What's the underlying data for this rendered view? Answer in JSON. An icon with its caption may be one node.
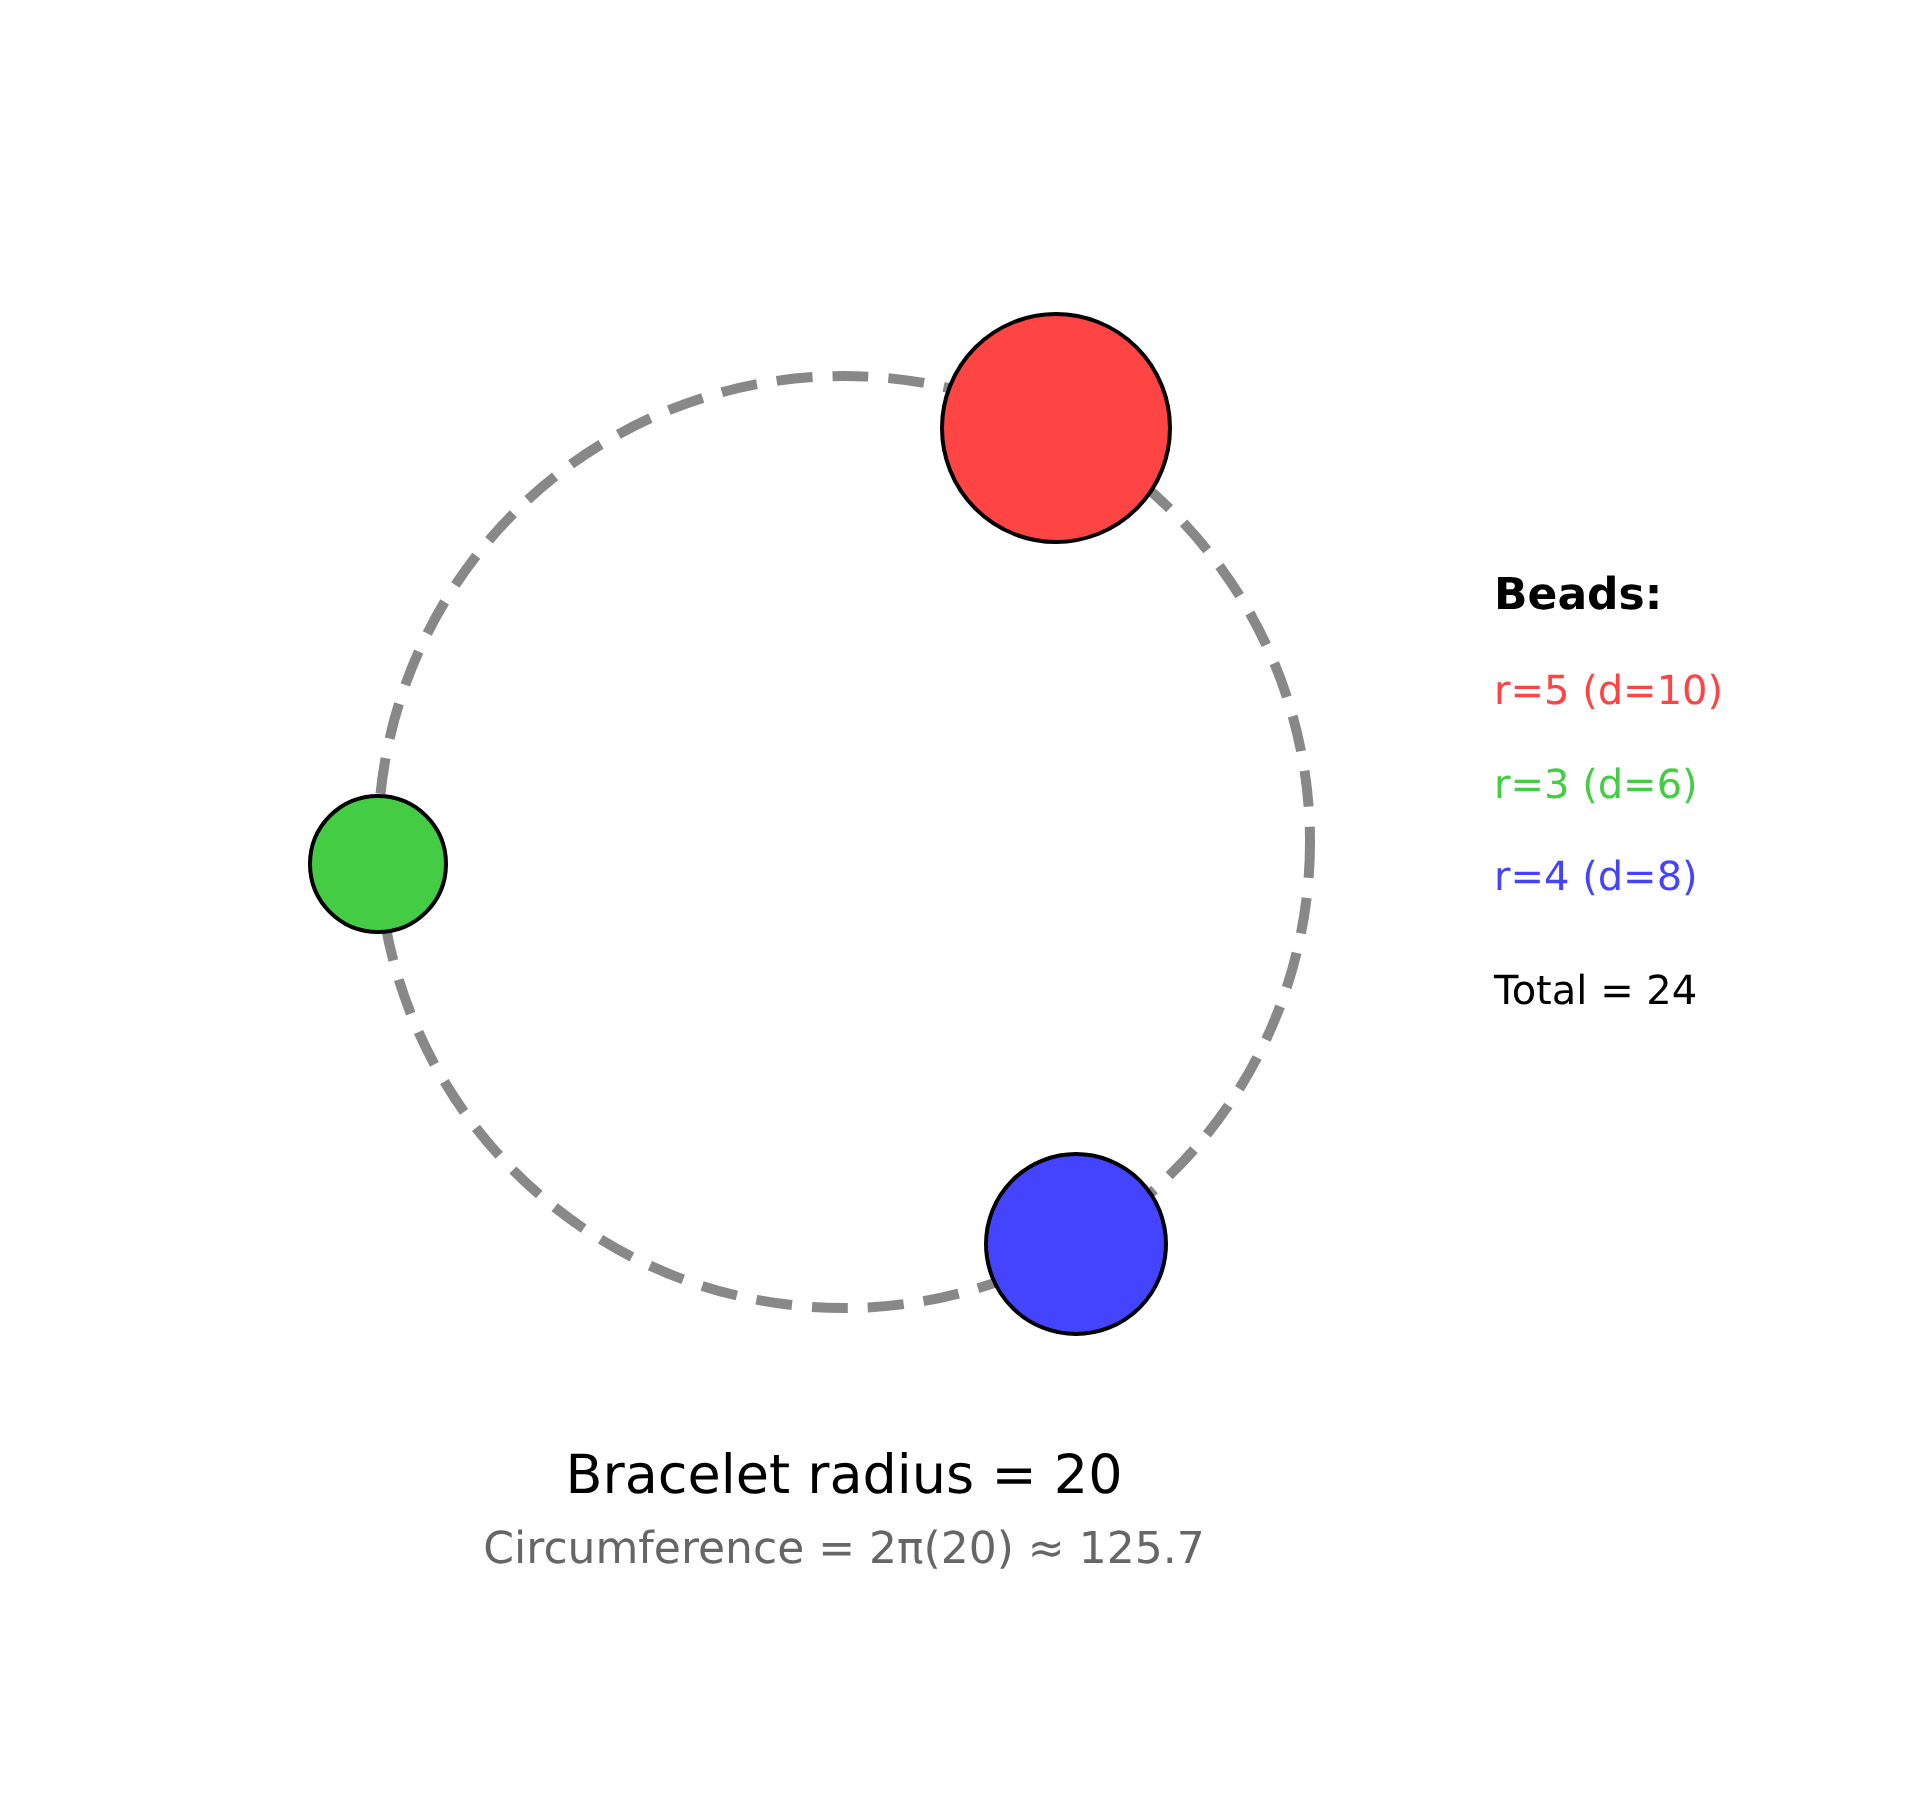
{
  "diagram": {
    "nodes": [
      {
        "text": [],
        "shape": "circle"
      },
      {
        "text": [],
        "shape": "circle"
      },
      {
        "text": [],
        "shape": "circle"
      }
    ],
    "labels": [
      "Beads:",
      "Total = 24",
      "Bracelet radius = 20",
      "Circumference = 2π(20) ≈ 125.7"
    ],
    "legend": [
      {
        "text": "r=5 (d=10)",
        "color": "#ff4444"
      },
      {
        "text": "r=3 (d=6)",
        "color": "#44cc44"
      },
      {
        "text": "r=4 (d=8)",
        "color": "#4444ff"
      }
    ]
  }
}
